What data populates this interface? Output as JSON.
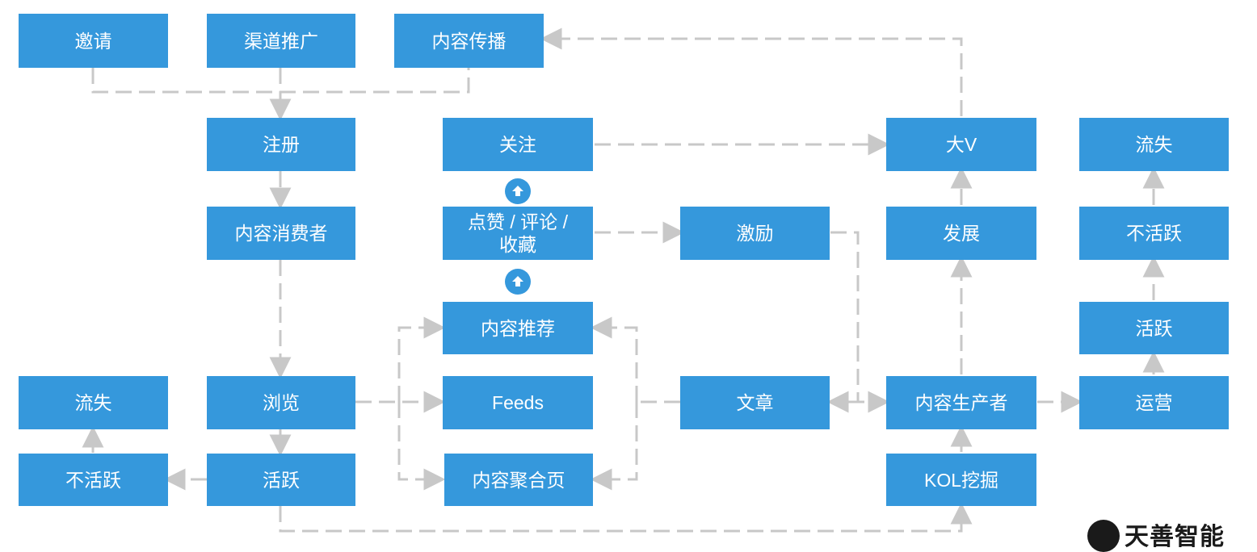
{
  "nodes": {
    "invite": "邀请",
    "channel": "渠道推广",
    "spread": "内容传播",
    "register": "注册",
    "consumer": "内容消费者",
    "browse": "浏览",
    "active_left": "活跃",
    "inactive_left": "不活跃",
    "churn_left": "流失",
    "follow": "关注",
    "like": "点赞 / 评论 /\n收藏",
    "recommend": "内容推荐",
    "feeds": "Feeds",
    "aggregate": "内容聚合页",
    "incentive": "激励",
    "article": "文章",
    "bigv": "大V",
    "develop": "发展",
    "producer": "内容生产者",
    "kol": "KOL挖掘",
    "churn_right": "流失",
    "inactive_right": "不活跃",
    "active_right": "活跃",
    "operation": "运营"
  },
  "colors": {
    "node": "#3598dc",
    "connector": "#c8c8c8"
  },
  "icons": {
    "up": "up-arrow-icon"
  },
  "logo": {
    "text": "天善智能"
  }
}
